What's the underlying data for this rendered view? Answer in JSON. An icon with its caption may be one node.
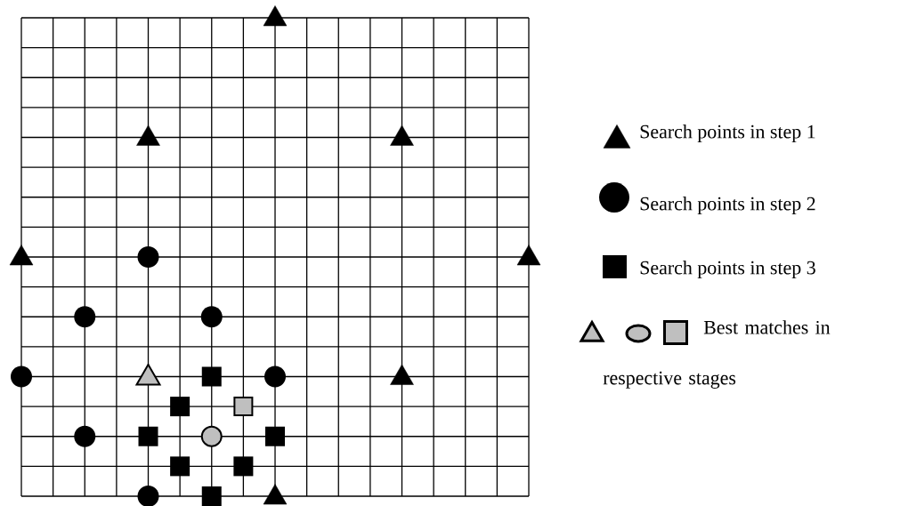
{
  "diagram": {
    "legend": [
      {
        "text": "Search points in step 1"
      },
      {
        "text": "Search points in step 2"
      },
      {
        "text": "Search points in step 3"
      },
      {
        "text": "Best matches in respective stages"
      }
    ]
  }
}
